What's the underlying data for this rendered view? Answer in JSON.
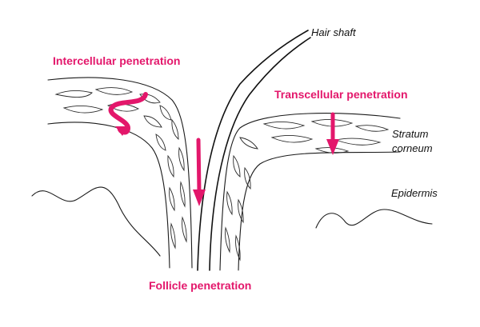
{
  "labels": {
    "hair_shaft": "Hair shaft",
    "intercellular": "Intercellular penetration",
    "transcellular": "Transcellular penetration",
    "stratum_line1": "Stratum",
    "stratum_line2": "corneum",
    "epidermis": "Epidermis",
    "follicle": "Follicle penetration"
  },
  "colors": {
    "accent": "#e3176b",
    "ink": "#1a1a1a"
  }
}
